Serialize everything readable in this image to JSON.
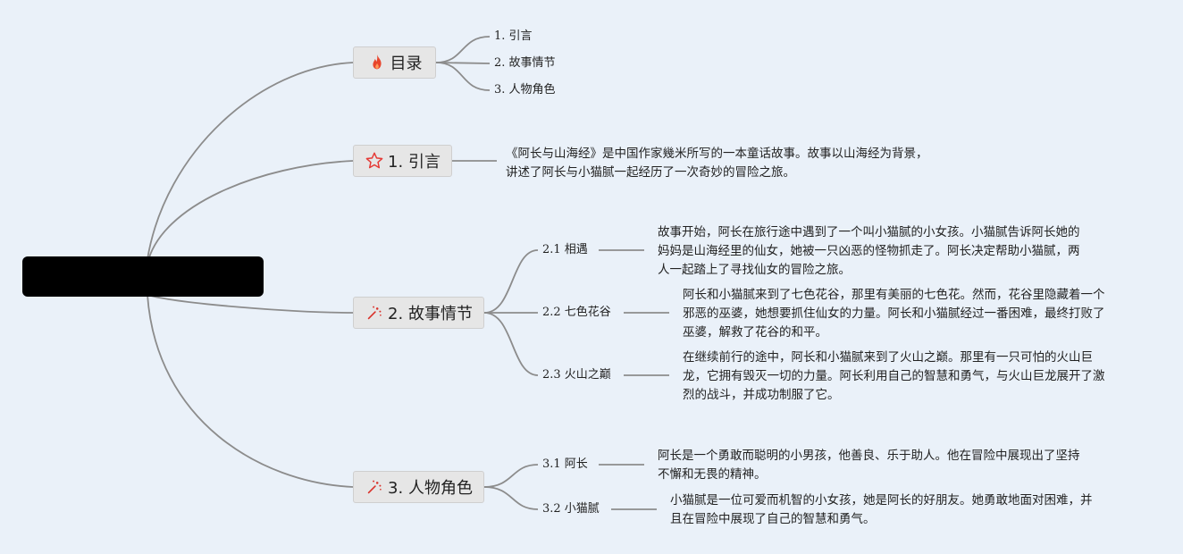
{
  "root": {
    "label": ""
  },
  "toc": {
    "label": "目录",
    "icon": "fire-icon",
    "items": [
      "1. 引言",
      "2. 故事情节",
      "3. 人物角色"
    ]
  },
  "intro": {
    "label": "1. 引言",
    "icon": "star-icon",
    "text": "《阿长与山海经》是中国作家幾米所写的一本童话故事。故事以山海经为背景，\n讲述了阿长与小猫腻一起经历了一次奇妙的冒险之旅。"
  },
  "plot": {
    "label": "2. 故事情节",
    "icon": "sparkle-wand-icon",
    "items": [
      {
        "label": "2.1 相遇",
        "text": "故事开始，阿长在旅行途中遇到了一个叫小猫腻的小女孩。小猫腻告诉阿长她的\n妈妈是山海经里的仙女，她被一只凶恶的怪物抓走了。阿长决定帮助小猫腻，两\n人一起踏上了寻找仙女的冒险之旅。"
      },
      {
        "label": "2.2 七色花谷",
        "text": "阿长和小猫腻来到了七色花谷，那里有美丽的七色花。然而，花谷里隐藏着一个\n邪恶的巫婆，她想要抓住仙女的力量。阿长和小猫腻经过一番困难，最终打败了\n巫婆，解救了花谷的和平。"
      },
      {
        "label": "2.3 火山之巅",
        "text": "在继续前行的途中，阿长和小猫腻来到了火山之巅。那里有一只可怕的火山巨\n龙，它拥有毁灭一切的力量。阿长利用自己的智慧和勇气，与火山巨龙展开了激\n烈的战斗，并成功制服了它。"
      }
    ]
  },
  "characters": {
    "label": "3. 人物角色",
    "icon": "sparkle-wand-icon",
    "items": [
      {
        "label": "3.1 阿长",
        "text": "阿长是一个勇敢而聪明的小男孩，他善良、乐于助人。他在冒险中展现出了坚持\n不懈和无畏的精神。"
      },
      {
        "label": "3.2 小猫腻",
        "text": "小猫腻是一位可爱而机智的小女孩，她是阿长的好朋友。她勇敢地面对困难，并\n且在冒险中展现了自己的智慧和勇气。"
      }
    ]
  },
  "colors": {
    "background": "#eaf1f9",
    "line": "#8c8c8c",
    "fire": "#e8452c",
    "star": "#e53935",
    "wand": "#d9322b"
  }
}
